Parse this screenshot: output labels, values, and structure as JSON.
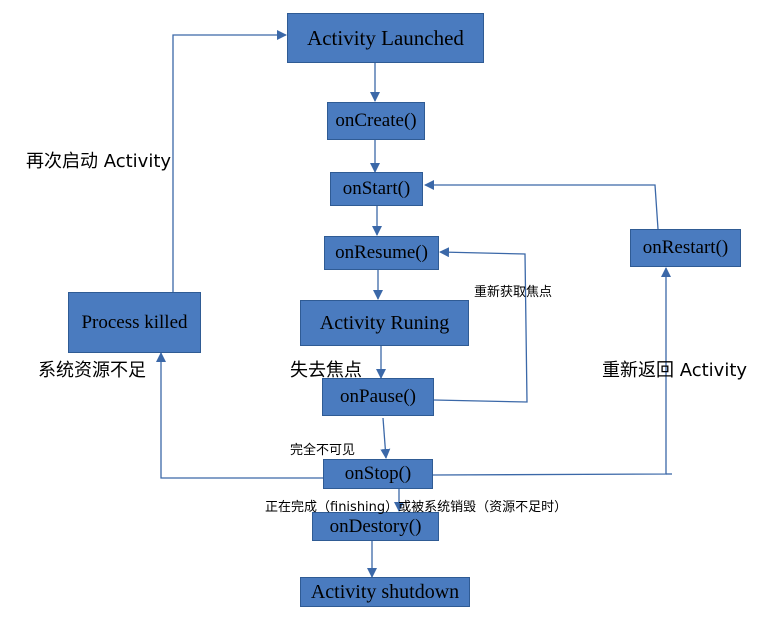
{
  "nodes": {
    "activity_launched": "Activity Launched",
    "on_create": "onCreate()",
    "on_start": "onStart()",
    "on_resume": "onResume()",
    "activity_running": "Activity Runing",
    "on_pause": "onPause()",
    "on_stop": "onStop()",
    "on_destroy": "onDestory()",
    "activity_shutdown": "Activity shutdown",
    "process_killed": "Process killed",
    "on_restart": "onRestart()"
  },
  "edge_labels": {
    "relaunch": "再次启动 Activity",
    "low_resources": "系统资源不足",
    "lose_focus": "失去焦点",
    "regain_focus": "重新获取焦点",
    "fully_invisible": "完全不可见",
    "return_activity": "重新返回 Activity",
    "finishing": "正在完成（finishing）或被系统销毁（资源不足时）"
  },
  "colors": {
    "box_fill": "#4a7bbf",
    "box_border": "#2f5b94",
    "connector": "#3b68a8"
  }
}
